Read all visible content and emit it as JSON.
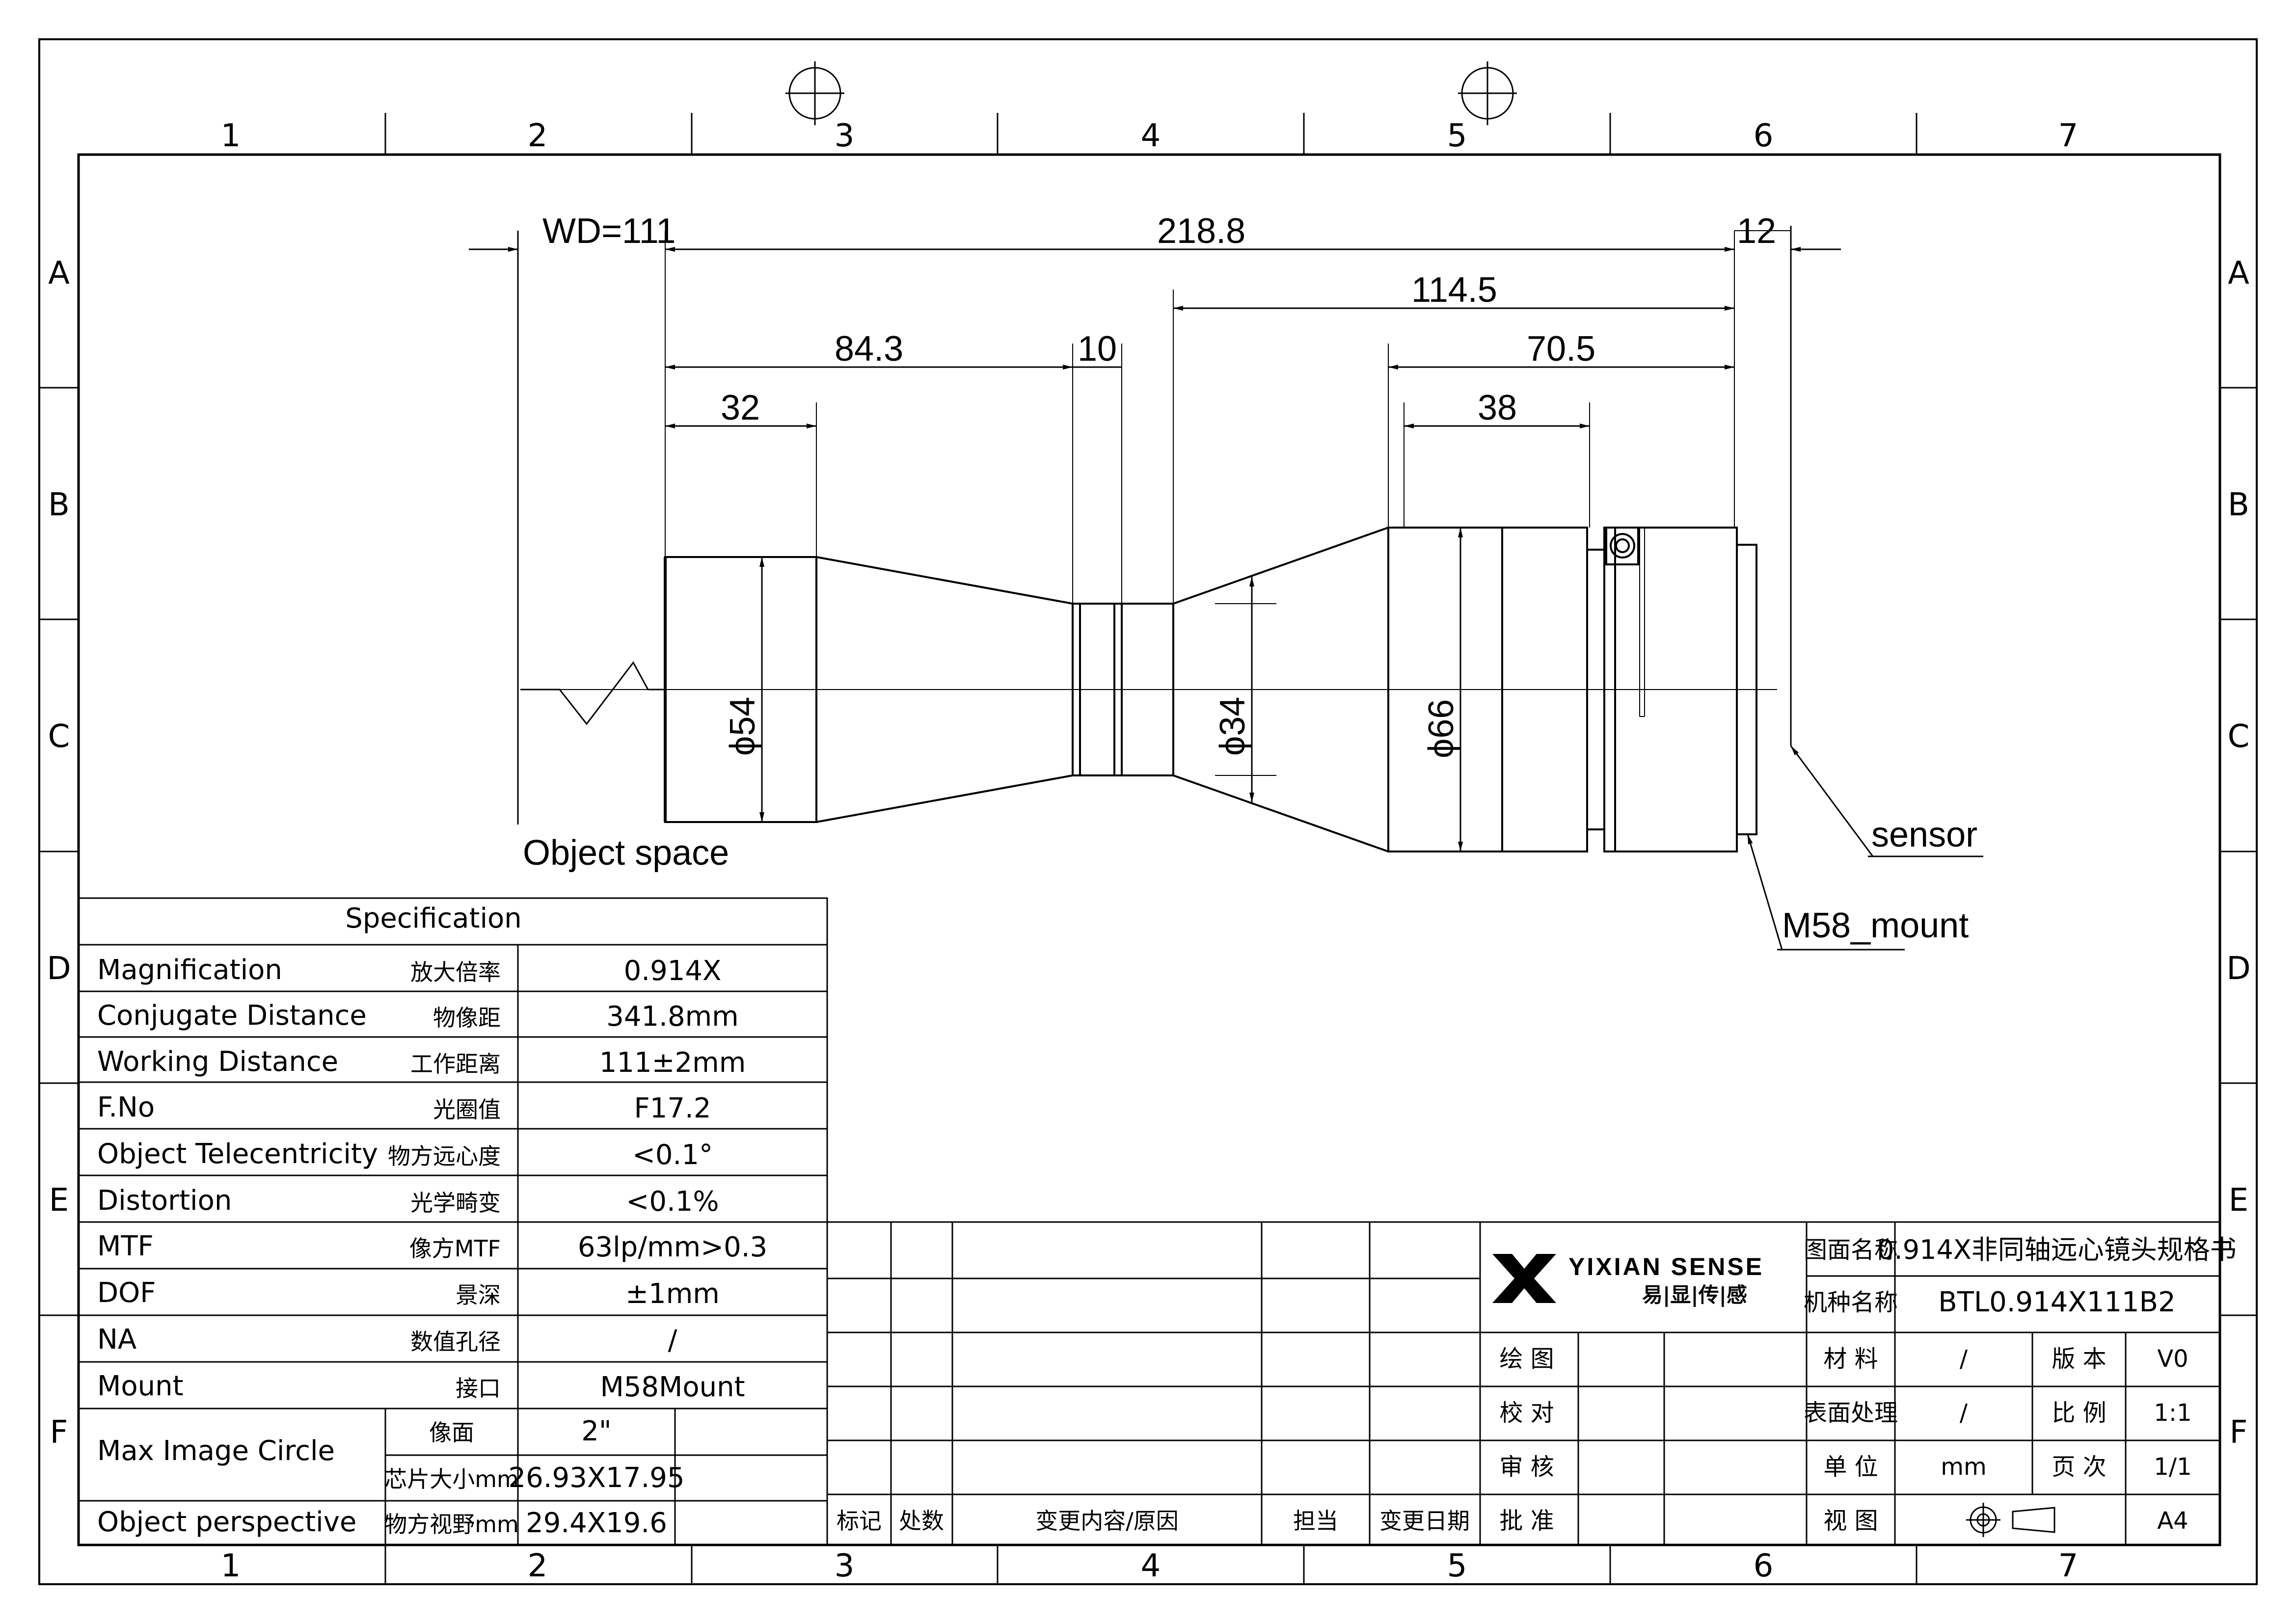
{
  "frame": {
    "top_columns": [
      "1",
      "2",
      "3",
      "4",
      "5",
      "6",
      "7"
    ],
    "bottom_columns": [
      "1",
      "2",
      "3",
      "4",
      "5",
      "6",
      "7"
    ],
    "rows": [
      "A",
      "B",
      "C",
      "D",
      "E",
      "F"
    ]
  },
  "dimensions": {
    "wd": "WD=111",
    "total": "218.8",
    "flange_gap": "12",
    "rear_length": "114.5",
    "front_length": "84.3",
    "waist_length": "10",
    "rear_barrel": "70.5",
    "rear_ring": "38",
    "front_length_short": "32",
    "dia_front": "ϕ54",
    "dia_waist": "ϕ34",
    "dia_rear": "ϕ66"
  },
  "labels": {
    "object_space": "Object space",
    "sensor": "sensor",
    "mount": "M58_mount"
  },
  "spec": {
    "title": "Specification",
    "rows": [
      {
        "en": "Magnification",
        "cn": "放大倍率",
        "val": "0.914X"
      },
      {
        "en": "Conjugate Distance",
        "cn": "物像距",
        "val": "341.8mm"
      },
      {
        "en": "Working Distance",
        "cn": "工作距离",
        "val": "111±2mm"
      },
      {
        "en": "F.No",
        "cn": "光圈值",
        "val": "F17.2"
      },
      {
        "en": "Object Telecentricity",
        "cn": "物方远心度",
        "val": "<0.1°"
      },
      {
        "en": "Distortion",
        "cn": "光学畸变",
        "val": "<0.1%"
      },
      {
        "en": "MTF",
        "cn": "像方MTF",
        "val": "63lp/mm>0.3"
      },
      {
        "en": "DOF",
        "cn": "景深",
        "val": "±1mm"
      },
      {
        "en": "NA",
        "cn": "数值孔径",
        "val": "/"
      },
      {
        "en": "Mount",
        "cn": "接口",
        "val": "M58Mount"
      }
    ],
    "image_circle": {
      "en": "Max Image Circle",
      "cn1": "像面",
      "val1": "2\"",
      "cn2": "芯片大小mm",
      "val2": "26.93X17.95"
    },
    "object_perspective": {
      "en": "Object perspective",
      "cn": "物方视野mm",
      "val": "29.4X19.6"
    }
  },
  "revision": {
    "headers": [
      "标记",
      "处数",
      "变更内容/原因",
      "担当",
      "变更日期"
    ]
  },
  "title_block": {
    "brand": "YIXIAN SENSE",
    "brand_cn": "易|显|传|感",
    "drawing_name_label": "图面名称",
    "drawing_name": "0.914X非同轴远心镜头规格书",
    "model_label": "机种名称",
    "model": "BTL0.914X111B2",
    "draw": "绘 图",
    "check": "校 对",
    "review": "审 核",
    "approve": "批 准",
    "material_label": "材 料",
    "material": "/",
    "version_label": "版 本",
    "version": "V0",
    "surface_label": "表面处理",
    "surface": "/",
    "scale_label": "比 例",
    "scale": "1:1",
    "unit_label": "单 位",
    "unit": "mm",
    "page_label": "页 次",
    "page": "1/1",
    "view_label": "视 图",
    "size": "A4"
  },
  "colors": {
    "ink": "#000000",
    "paper": "#ffffff"
  }
}
